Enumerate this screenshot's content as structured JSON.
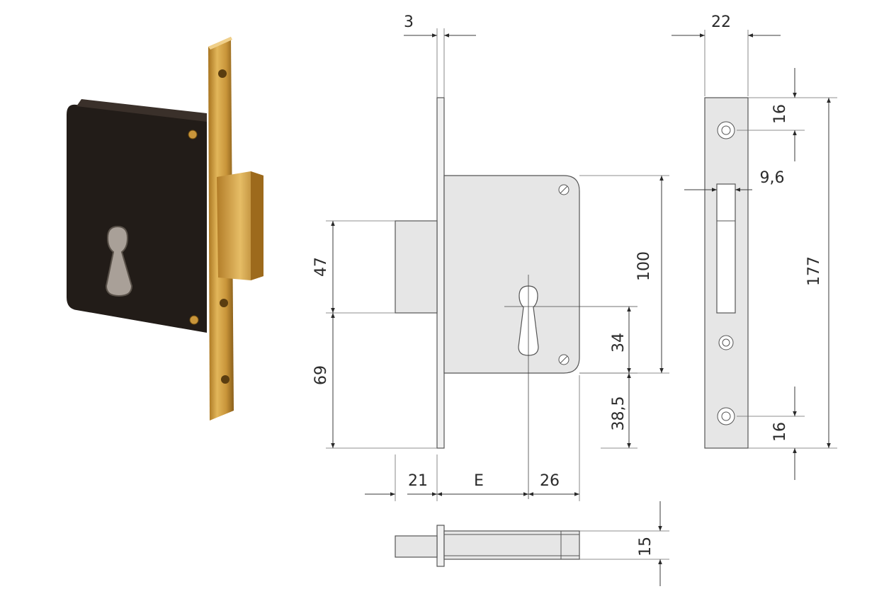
{
  "colors": {
    "brass": "#c9953a",
    "brass_dark": "#8a5f1a",
    "case_black": "#221c18",
    "drawing_fill": "#e6e6e6",
    "line": "#3a3a3a"
  },
  "dimensions": {
    "faceplate_thickness": "3",
    "faceplate_width": "22",
    "bolt_throw_height": "47",
    "bolt_to_bottom": "69",
    "case_height": "100",
    "cylinder_spacing": "34",
    "cylinder_to_bottom": "38,5",
    "overall_height": "177",
    "screw_top_offset": "16",
    "screw_bottom_offset": "16",
    "slot_width": "9,6",
    "bolt_projection": "21",
    "backset": "E",
    "cylinder_to_back": "26",
    "case_depth": "15"
  },
  "icons": {
    "product_photo": "mortise-lock-photo-icon",
    "cylinder_hole": "euro-cylinder-keyhole-icon",
    "screw": "screw-icon"
  }
}
